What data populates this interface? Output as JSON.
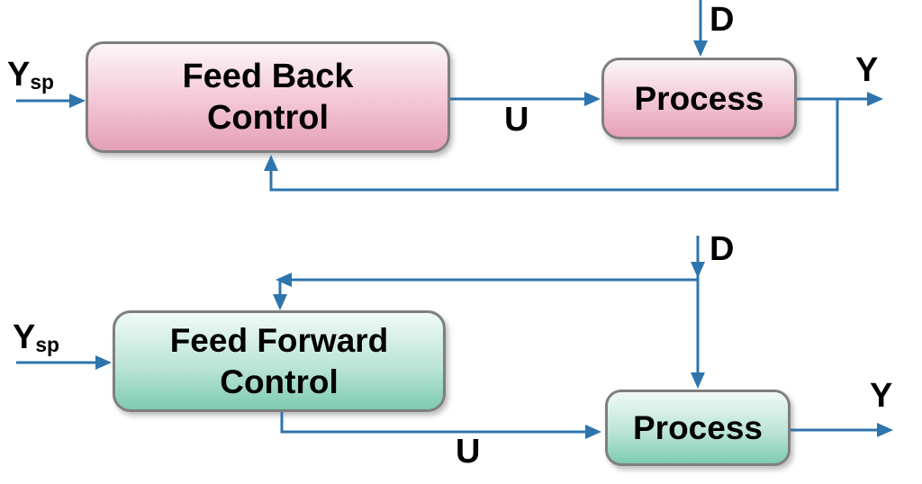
{
  "colors": {
    "line": "#2e74ad",
    "border": "#7f7f7f",
    "label_text": "#000000",
    "feedback_box_top": "#fcf6f8",
    "feedback_box_mid": "#f3c6d4",
    "feedback_box_bottom": "#e49fb7",
    "feedforward_box_top": "#f0faf6",
    "feedforward_box_mid": "#bde5d7",
    "feedforward_box_bottom": "#7ecbb1"
  },
  "feedback_loop": {
    "setpoint": {
      "base": "Y",
      "subscript": "sp"
    },
    "controller": {
      "line1": "Feed Back",
      "line2": "Control"
    },
    "control_signal": "U",
    "disturbance": "D",
    "process": "Process",
    "output": "Y"
  },
  "feedforward_loop": {
    "setpoint": {
      "base": "Y",
      "subscript": "sp"
    },
    "controller": {
      "line1": "Feed Forward",
      "line2": "Control"
    },
    "control_signal": "U",
    "disturbance": "D",
    "process": "Process",
    "output": "Y"
  }
}
